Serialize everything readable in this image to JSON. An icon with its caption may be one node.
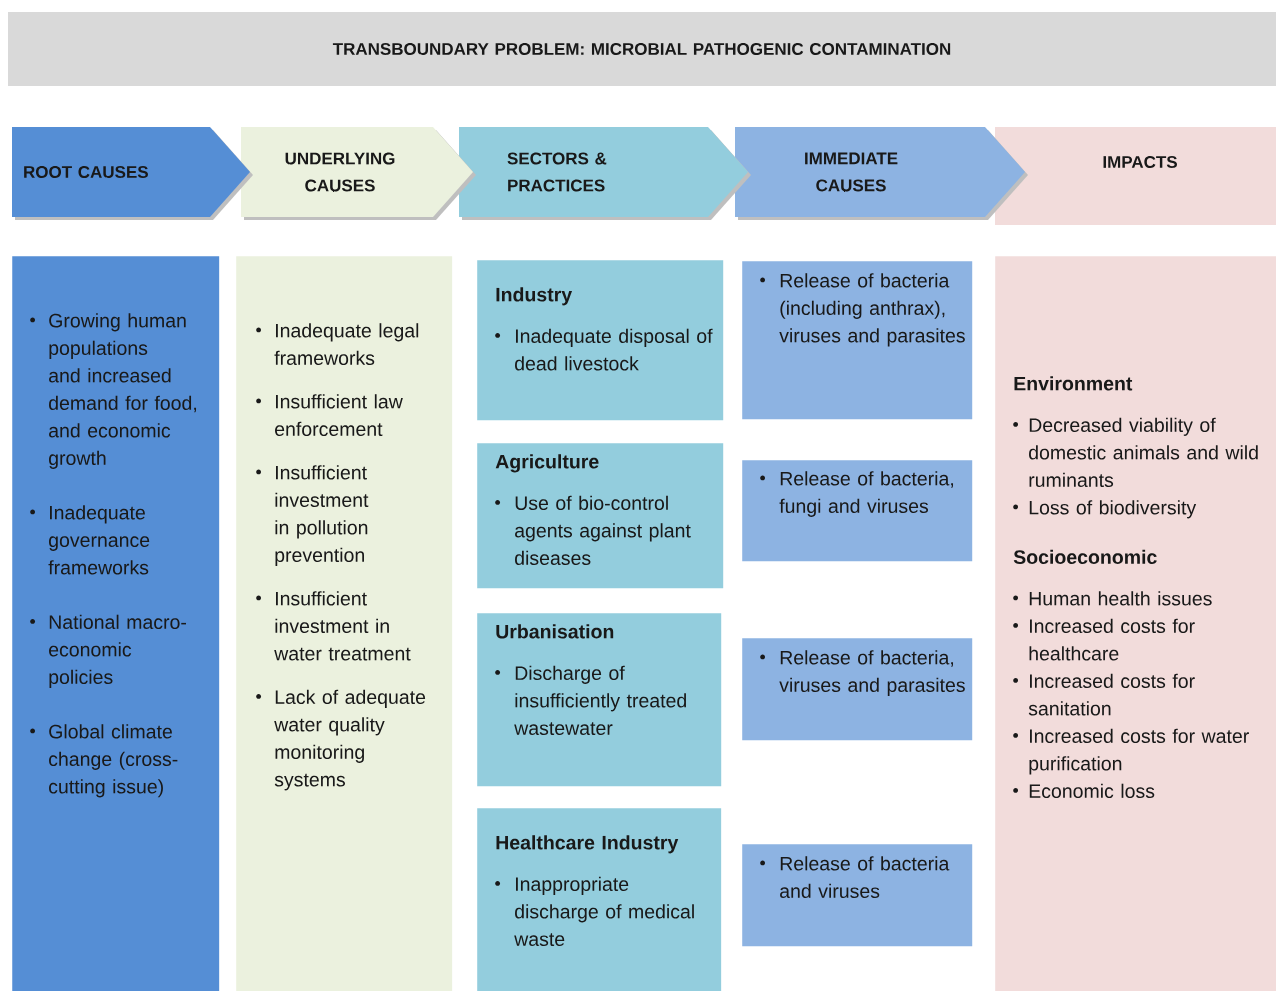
{
  "diagram": {
    "nodes": [
      {
        "text": [
          "TRANSBOUNDARY PROBLEM: MICROBIAL PATHOGENIC CONTAMINATION"
        ]
      },
      {
        "text": [
          "ROOT CAUSES"
        ]
      },
      {
        "text": [
          "UNDERLYING CAUSES"
        ]
      },
      {
        "text": [
          "SECTORS & PRACTICES"
        ]
      },
      {
        "text": [
          "IMMEDIATE CAUSES"
        ]
      },
      {
        "text": [
          "IMPACTS"
        ]
      },
      {
        "text": [
          "Growing human populations and increased demand for food, and economic growth",
          "Inadequate governance frameworks",
          "National macro-economic policies",
          "Global climate change (cross-cutting issue)"
        ]
      },
      {
        "text": [
          "Inadequate legal frameworks",
          "Insufficient law enforcement",
          "Insufficient investment in pollution prevention",
          "Insufficient investment in water treatment",
          "Lack of adequate water quality monitoring systems"
        ]
      },
      {
        "text": [
          "Industry",
          "Inadequate disposal of dead livestock"
        ]
      },
      {
        "text": [
          "Agriculture",
          "Use of bio-control agents against plant diseases"
        ]
      },
      {
        "text": [
          "Urbanisation",
          "Discharge of insufficiently treated wastewater"
        ]
      },
      {
        "text": [
          "Healthcare Industry",
          "Inappropriate discharge of medical waste"
        ]
      },
      {
        "text": [
          "Release of bacteria (including anthrax), viruses and parasites"
        ]
      },
      {
        "text": [
          "Release of bacteria, fungi and viruses"
        ]
      },
      {
        "text": [
          "Release of bacteria, viruses and parasites"
        ]
      },
      {
        "text": [
          "Release of bacteria and viruses"
        ]
      },
      {
        "text": [
          "Environment",
          "Decreased viability of domestic animals and wild ruminants",
          "Loss of biodiversity",
          "Socioeconomic",
          "Human health issues",
          "Increased costs for healthcare",
          "Increased costs for sanitation",
          "Increased costs for water purification",
          "Economic loss"
        ]
      }
    ]
  }
}
